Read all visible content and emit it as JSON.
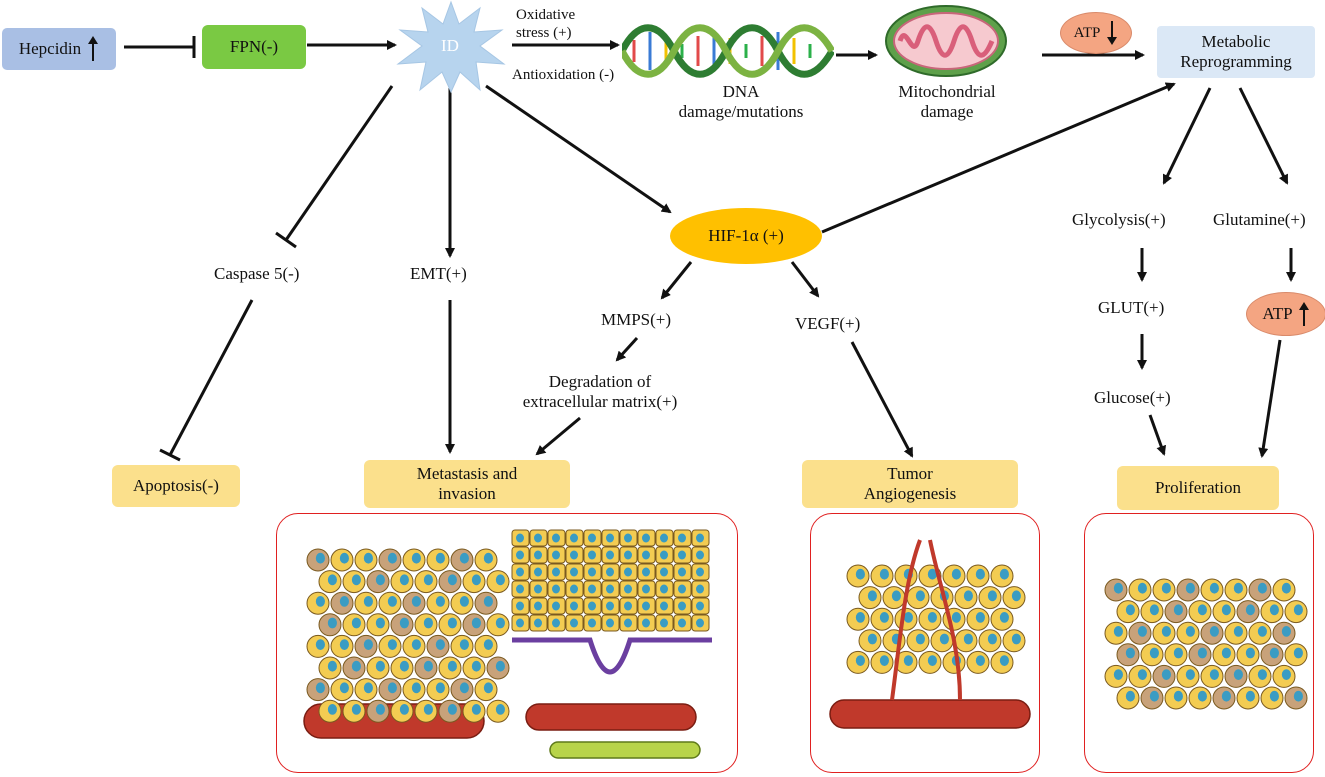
{
  "nodes": {
    "hepcidin": "Hepcidin",
    "fpn": "FPN(-)",
    "id": "ID",
    "oxidative_stress": "Oxidative\nstress (+)",
    "antioxidation": "Antioxidation (-)",
    "dna_damage": "DNA\ndamage/mutations",
    "mito_damage": "Mitochondrial\ndamage",
    "atp_down": "ATP",
    "metabolic_reprogramming": "Metabolic\nReprogramming",
    "hif": "HIF-1α (+)",
    "caspase": "Caspase 5(-)",
    "emt": "EMT(+)",
    "mmps": "MMPS(+)",
    "degradation": "Degradation of\nextracellular matrix(+)",
    "vegf": "VEGF(+)",
    "glycolysis": "Glycolysis(+)",
    "glutamine": "Glutamine(+)",
    "glut": "GLUT(+)",
    "glucose": "Glucose(+)",
    "atp_up": "ATP"
  },
  "outcomes": {
    "apoptosis": "Apoptosis(-)",
    "metastasis": "Metastasis and\ninvasion",
    "angiogenesis": "Tumor\nAngiogenesis",
    "proliferation": "Proliferation"
  },
  "colors": {
    "hepcidin_box": "#a9bfe4",
    "fpn_box": "#7ac943",
    "id_star": "#b7d4ee",
    "hif_oval": "#ffc000",
    "atp_oval": "#f4a582",
    "outcome_box": "#fbe08c",
    "frame_border": "#e02020",
    "cell_fill": "#f3cc52",
    "cell_nucleus": "#3a9cc3",
    "vessel": "#c0392b"
  },
  "icons": [
    "up-arrow-icon",
    "down-arrow-icon",
    "star-burst-icon",
    "dna-helix-icon",
    "mitochondrion-icon"
  ]
}
